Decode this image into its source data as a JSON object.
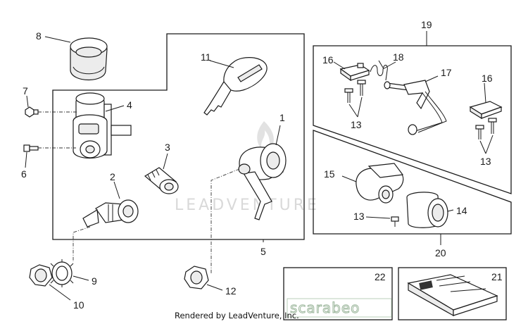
{
  "labels": {
    "p1": "1",
    "p2": "2",
    "p3": "3",
    "p4": "4",
    "p5": "5",
    "p6": "6",
    "p7": "7",
    "p8": "8",
    "p9": "9",
    "p10": "10",
    "p11": "11",
    "p12": "12",
    "p13a": "13",
    "p13b": "13",
    "p13c": "13",
    "p14": "14",
    "p15": "15",
    "p16a": "16",
    "p16b": "16",
    "p17": "17",
    "p18": "18",
    "p19": "19",
    "p20": "20",
    "p21": "21",
    "p22": "22"
  },
  "watermark": "LEADVENTURE",
  "brand_logo": "scarabeo",
  "credit": "Rendered by LeadVenture, Inc.",
  "colors": {
    "line": "#1a1a1a",
    "watermark": "#d9d9d9",
    "brand_outline": "#9ab59a"
  }
}
